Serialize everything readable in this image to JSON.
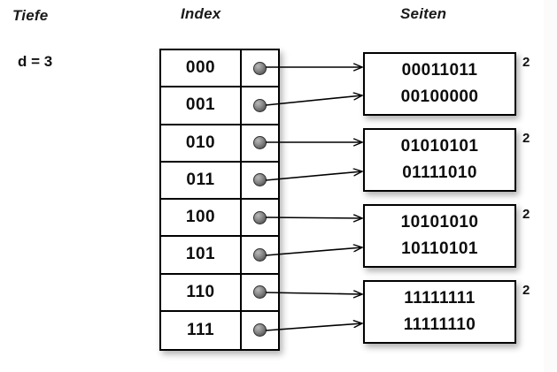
{
  "headings": {
    "left": "Tiefe",
    "middle": "Index",
    "right": "Seiten"
  },
  "depth": {
    "label": "d = 3"
  },
  "index_table": {
    "rows": [
      {
        "key": "000",
        "pointer": "pointer-dot"
      },
      {
        "key": "001",
        "pointer": "pointer-dot"
      },
      {
        "key": "010",
        "pointer": "pointer-dot"
      },
      {
        "key": "011",
        "pointer": "pointer-dot"
      },
      {
        "key": "100",
        "pointer": "pointer-dot"
      },
      {
        "key": "101",
        "pointer": "pointer-dot"
      },
      {
        "key": "110",
        "pointer": "pointer-dot"
      },
      {
        "key": "111",
        "pointer": "pointer-dot"
      }
    ]
  },
  "pages": [
    {
      "line1": "00011011",
      "line2": "00100000",
      "count": "2"
    },
    {
      "line1": "01010101",
      "line2": "01111010",
      "count": "2"
    },
    {
      "line1": "10101010",
      "line2": "10110101",
      "count": "2"
    },
    {
      "line1": "11111111",
      "line2": "11111110",
      "count": "2"
    }
  ],
  "colors": {
    "background": "#ffffff",
    "stroke": "#000000",
    "text": "#0d0d0d",
    "dot": "#6e6e6e"
  }
}
